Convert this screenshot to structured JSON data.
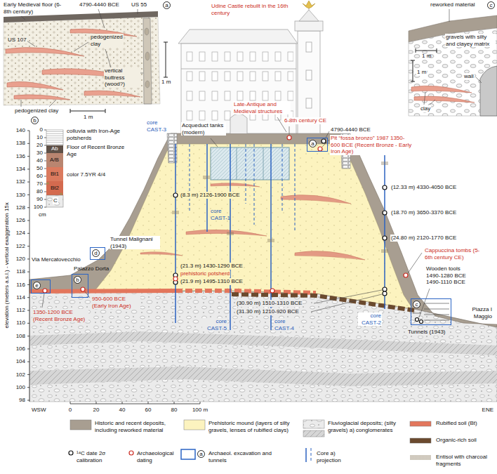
{
  "diagram": {
    "nodes": [
      {
        "text": [
          "a"
        ]
      },
      {
        "text": [
          "d"
        ]
      },
      {
        "text": [
          "b"
        ]
      },
      {
        "text": [
          "e"
        ]
      },
      {
        "text": [
          "c"
        ]
      }
    ],
    "labels": [
      "Early Medieval floor (6-8th century)",
      "US 55",
      "4790-4440 BCE",
      "a",
      "US 107",
      "pedogenized clay",
      "vertical buttress (wood?)",
      "pedogenized clay",
      "1 m",
      "1 m",
      "Udine Castle rebuilt in the 16th century",
      "Late-Antique and Medieval structures",
      "core CAST-3",
      "Acqueduct tanks (modern)",
      "6-8th century CE",
      "4790-4440 BCE",
      "Pit “fossa bronzo” 1987 1350-600 BCE (Recent Bronze - Early Iron Age)",
      "reworked material",
      "c",
      "gravels with silty and clayey matrix",
      "1 m",
      "1 m",
      "clay",
      "wall",
      "colluvia with Iron-Age potsherds",
      "Ab",
      "Floor of Recent Bronze Age",
      "A/B",
      "Bt1",
      "color 7.5YR 4/4",
      "Bt2",
      "C",
      "0",
      "10",
      "20",
      "30",
      "40",
      "50",
      "60",
      "70",
      "80",
      "90",
      "100",
      "cm",
      "b",
      "(8.3 m) 2126-1900 BCE",
      "core CAST-1",
      "Tunnel Malignani (1943)",
      "Via Mercatovecchio",
      "Palazzo Dorta",
      "(21.3 m) 1430-1290 BCE",
      "prehistoric potsherd",
      "(21.9 m) 1495-1310 BCE",
      "950-600 BCE (Early Iron Age)",
      "1350-1200 BCE (Recent Bronze Age)",
      "(30.90 m) 1510-1310 BCE",
      "(31.30 m) 1210-920 BCE",
      "core CAST-5",
      "core CAST-4",
      "(12.33 m) 4330-4050 BCE",
      "(18.70 m) 3650-3370 BCE",
      "(24.80 m) 2120-1770 BCE",
      "Cappuccina tombs (5-6th century CE)",
      "Wooden tools 1490-1280 BCE 1490-1110 BCE",
      "core CAST-2",
      "Tunnels (1943)",
      "Piazza I Maggio",
      "elevation (meters a.s.l.) - vertical exaggeration 15x",
      "140",
      "138",
      "136",
      "134",
      "132",
      "130",
      "128",
      "126",
      "124",
      "122",
      "120",
      "118",
      "116",
      "114",
      "112",
      "110",
      "108",
      "106",
      "104",
      "102",
      "100",
      "98",
      "0",
      "20",
      "40",
      "60",
      "80",
      "100 m",
      "WSW",
      "ENE",
      "a"
    ],
    "legend": [
      {
        "text": "Historic and recent deposits, including reworked material",
        "color": "#a89e91"
      },
      {
        "text": "Prehistoric mound (layers of silty gravels, lenses of rubified clays)",
        "color": "#fcf3bf"
      },
      {
        "text": "Fluvioglacial deposits; (silty gravels) a) conglomerates"
      },
      {
        "text": "Rubified soil (Bt)",
        "color": "#e3765c"
      },
      {
        "text": "Organic-rich soil",
        "color": "#6b4a2e"
      },
      {
        "text": "¹⁴C date 2σ calibration"
      },
      {
        "text": "Archaeological dating"
      },
      {
        "text": "Archaeol. excavation and tunnels"
      },
      {
        "text": "Core a) projection"
      },
      {
        "text": "Entisol with charcoal fragments"
      }
    ]
  }
}
